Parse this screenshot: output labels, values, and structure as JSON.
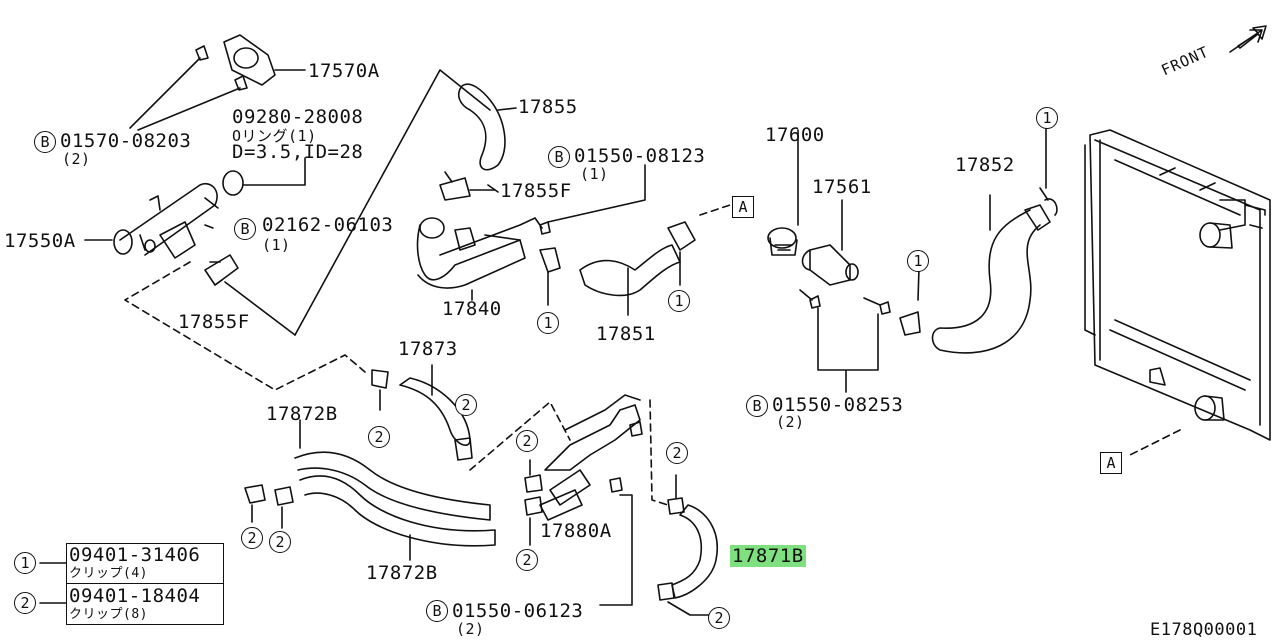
{
  "diagram": {
    "front_label": "FRONT",
    "ref_marker": "A",
    "code_prefix": "B",
    "footer_code": "E178Q00001",
    "parts": {
      "p17570A": "17570A",
      "p17855_top": "17855",
      "p17855F_top": "17855F",
      "p17550A": "17550A",
      "p17855F_bottom": "17855F",
      "p17840": "17840",
      "p17851": "17851",
      "p17600": "17600",
      "p17561": "17561",
      "p17852": "17852",
      "p17873": "17873",
      "p17872B_top": "17872B",
      "p17872B_bottom": "17872B",
      "p17880A": "17880A",
      "p17871B": "17871B"
    },
    "bolts": {
      "b01570": "01570-08203",
      "b01570_qty": "(2)",
      "b01550_08123": "01550-08123",
      "b01550_08123_qty": "(1)",
      "b02162": "02162-06103",
      "b02162_qty": "(1)",
      "b01550_08253": "01550-08253",
      "b01550_08253_qty": "(2)",
      "b01550_06123": "01550-06123",
      "b01550_06123_qty": "(2)"
    },
    "oring": {
      "part": "09280-28008",
      "name": "Oリング(1)",
      "dims": "D=3.5,ID=28"
    },
    "callouts": {
      "one": "1",
      "two": "2"
    },
    "legend": [
      {
        "num": "1",
        "part": "09401-31406",
        "desc": "クリップ(4)"
      },
      {
        "num": "2",
        "part": "09401-18404",
        "desc": "クリップ(8)"
      }
    ]
  }
}
